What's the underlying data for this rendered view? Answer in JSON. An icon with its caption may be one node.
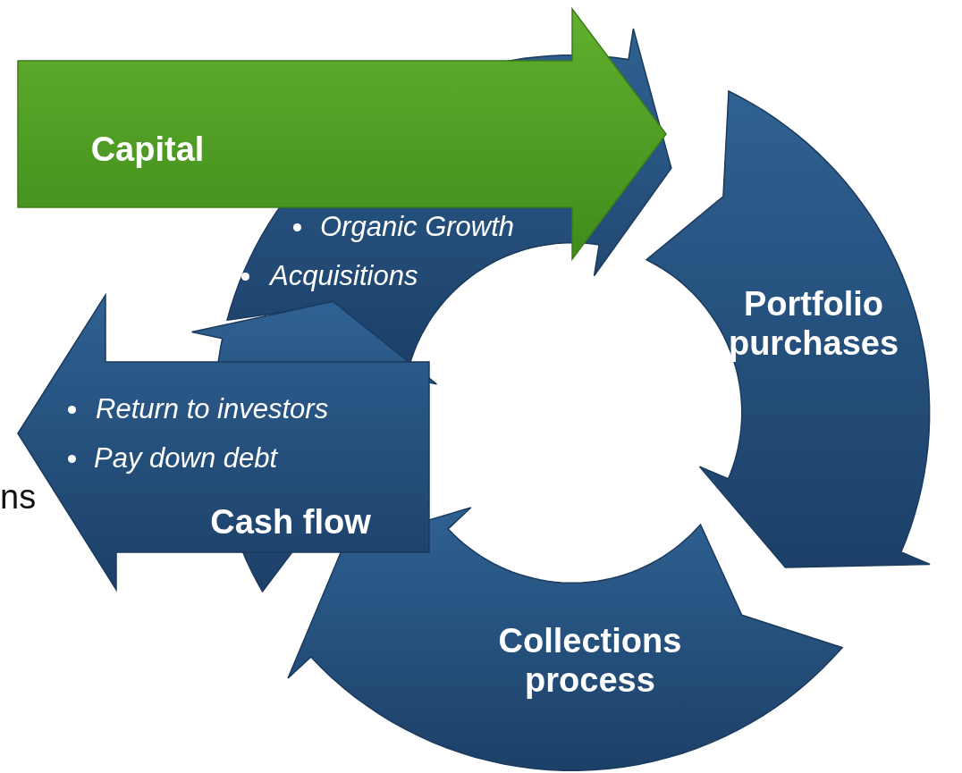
{
  "diagram": {
    "nodes": [
      {
        "text": [
          "Capital"
        ]
      },
      {
        "text": [
          "Organic Growth",
          "Acquisitions"
        ]
      },
      {
        "text": [
          "Portfolio purchases"
        ]
      },
      {
        "text": [
          "Collections process"
        ]
      },
      {
        "text": [
          "Return to investors",
          "Pay down debt",
          "Cash flow"
        ]
      }
    ],
    "labels": [
      "ns"
    ]
  }
}
